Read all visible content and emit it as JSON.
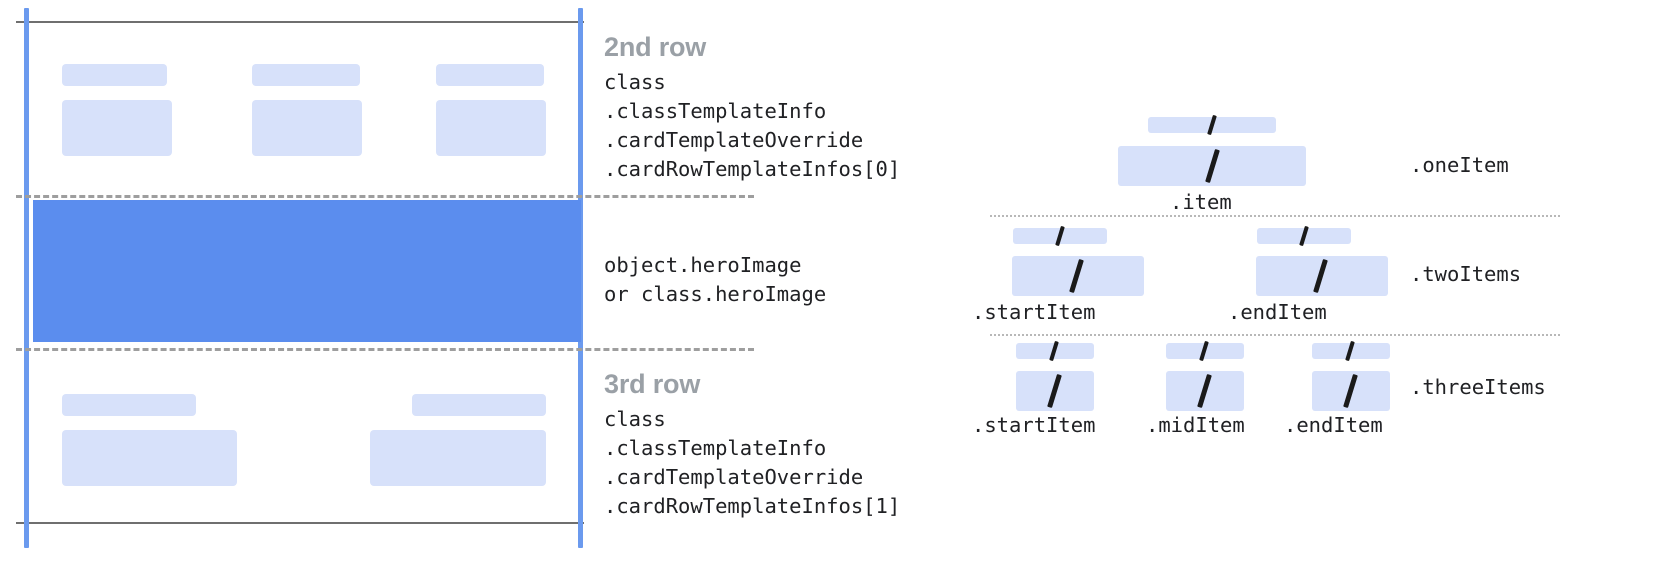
{
  "diagram": {
    "left_panel": {
      "rows": [
        {
          "title": "2nd row",
          "code_lines": [
            "class",
            ".classTemplateInfo",
            ".cardTemplateOverride",
            ".cardRowTemplateInfos[0]"
          ]
        },
        {
          "title": "",
          "code_lines": [
            "object.heroImage",
            "or class.heroImage"
          ]
        },
        {
          "title": "3rd row",
          "code_lines": [
            "class",
            ".classTemplateInfo",
            ".cardTemplateOverride",
            ".cardRowTemplateInfos[1]"
          ]
        }
      ]
    },
    "right_panel": {
      "groups": [
        {
          "row_label": ".oneItem",
          "items": [
            {
              "sub_label": ".item"
            }
          ]
        },
        {
          "row_label": ".twoItems",
          "items": [
            {
              "sub_label": ".startItem"
            },
            {
              "sub_label": ".endItem"
            }
          ]
        },
        {
          "row_label": ".threeItems",
          "items": [
            {
              "sub_label": ".startItem"
            },
            {
              "sub_label": ".midItem"
            },
            {
              "sub_label": ".endItem"
            }
          ]
        }
      ]
    },
    "colors": {
      "placeholder": "#d7e1fa",
      "hero": "#5b8dee",
      "rail": "#6b9aee",
      "title": "#9aa0a6",
      "code": "#202124",
      "divider": "#9e9e9e"
    }
  }
}
